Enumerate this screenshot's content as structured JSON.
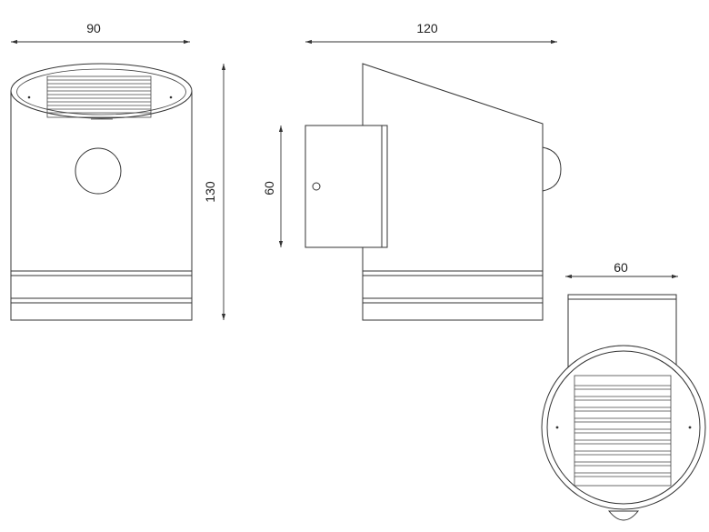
{
  "dimensions": {
    "front_width": "90",
    "side_width": "120",
    "height": "130",
    "bracket_height": "60",
    "bottom_width": "60"
  },
  "colors": {
    "line": "#333333",
    "background": "#ffffff"
  }
}
